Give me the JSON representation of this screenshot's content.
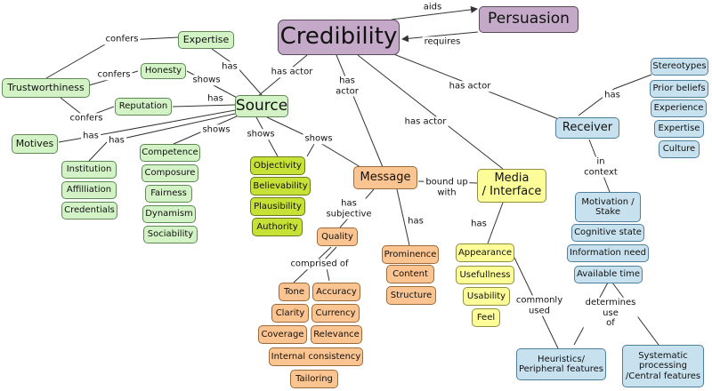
{
  "diagram": {
    "title": "Credibility",
    "concepts": {
      "credibility": "Credibility",
      "persuasion": "Persuasion",
      "source": "Source",
      "message": "Message",
      "media": "Media\n/ Interface",
      "receiver": "Receiver",
      "expertise": "Expertise",
      "honesty": "Honesty",
      "trustworthiness": "Trustworthiness",
      "reputation": "Reputation",
      "motives": "Motives",
      "institution": "Institution",
      "affiliation": "Affilliation",
      "credentials": "Credentials",
      "competence": "Competence",
      "composure": "Composure",
      "fairness": "Fairness",
      "dynamism": "Dynamism",
      "sociability": "Sociability",
      "objectivity": "Objectivity",
      "believability": "Believability",
      "plausibility": "Plausibility",
      "authority": "Authority",
      "quality": "Quality",
      "tone": "Tone",
      "accuracy": "Accuracy",
      "clarity": "Clarity",
      "currency": "Currency",
      "coverage": "Coverage",
      "relevance": "Relevance",
      "internal_consistency": "Internal consistency",
      "tailoring": "Tailoring",
      "prominence": "Prominence",
      "content": "Content",
      "structure": "Structure",
      "appearance": "Appearance",
      "usefulness": "Usefullness",
      "usability": "Usability",
      "feel": "Feel",
      "stereotypes": "Stereotypes",
      "prior_beliefs": "Prior beliefs",
      "experience": "Experience",
      "expertise_r": "Expertise",
      "culture": "Culture",
      "motivation": "Motivation /\nStake",
      "cognitive_state": "Cognitive state",
      "information_need": "Information need",
      "available_time": "Available time",
      "heuristics": "Heuristics/\nPeripheral features",
      "systematic": "Systematic\nprocessing\n/Central features"
    },
    "links": {
      "aids": "aids",
      "requires": "requires",
      "has_actor_source": "has actor",
      "has_actor_message": "has\nactor",
      "has_actor_media": "has actor",
      "has_actor_receiver": "has actor",
      "confers_expertise": "confers",
      "confers_honesty": "confers",
      "confers_reputation": "confers",
      "has_expertise": "has",
      "shows_honesty": "shows",
      "has_reputation": "has",
      "has_motives": "has",
      "has_institution": "has",
      "shows_competence": "shows",
      "shows_objectivity": "shows",
      "shows_message": "shows",
      "bound_up_with": "bound up\nwith",
      "has_subjective": "has\nsubjective",
      "has_message": "has",
      "comprised_of": "comprised of",
      "has_media": "has",
      "commonly_used": "commonly\nused",
      "has_receiver": "has",
      "in_context": "in\ncontext",
      "determines_use_of": "determines\nuse\nof"
    },
    "colors": {
      "purple": "#c4a9c9",
      "green": "#d3f3c6",
      "lime": "#c7e136",
      "orange": "#fbc490",
      "yellow": "#fcfc98",
      "blue": "#c7e1ee"
    }
  }
}
